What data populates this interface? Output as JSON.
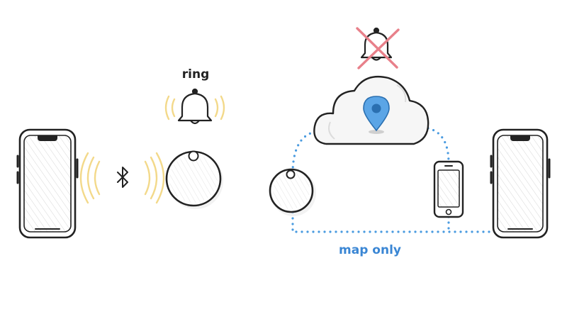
{
  "labels": {
    "ring": "ring",
    "map_only": "map only"
  },
  "colors": {
    "ring_waves": "#f3d98a",
    "dotted_path": "#4a9be0",
    "map_only_text": "#3a86d4",
    "cross": "#e8808a",
    "pin": "#4a9be0",
    "outline": "#222222"
  },
  "icons": {
    "left_phone": "smartphone",
    "bluetooth": "bluetooth-icon",
    "ringing_bell": "bell-icon",
    "muted_bell": "bell-off-icon",
    "cloud": "cloud-icon",
    "pin": "location-pin-icon",
    "small_phone": "small-phone",
    "right_phone": "smartphone",
    "tags": "tracker-tag"
  }
}
